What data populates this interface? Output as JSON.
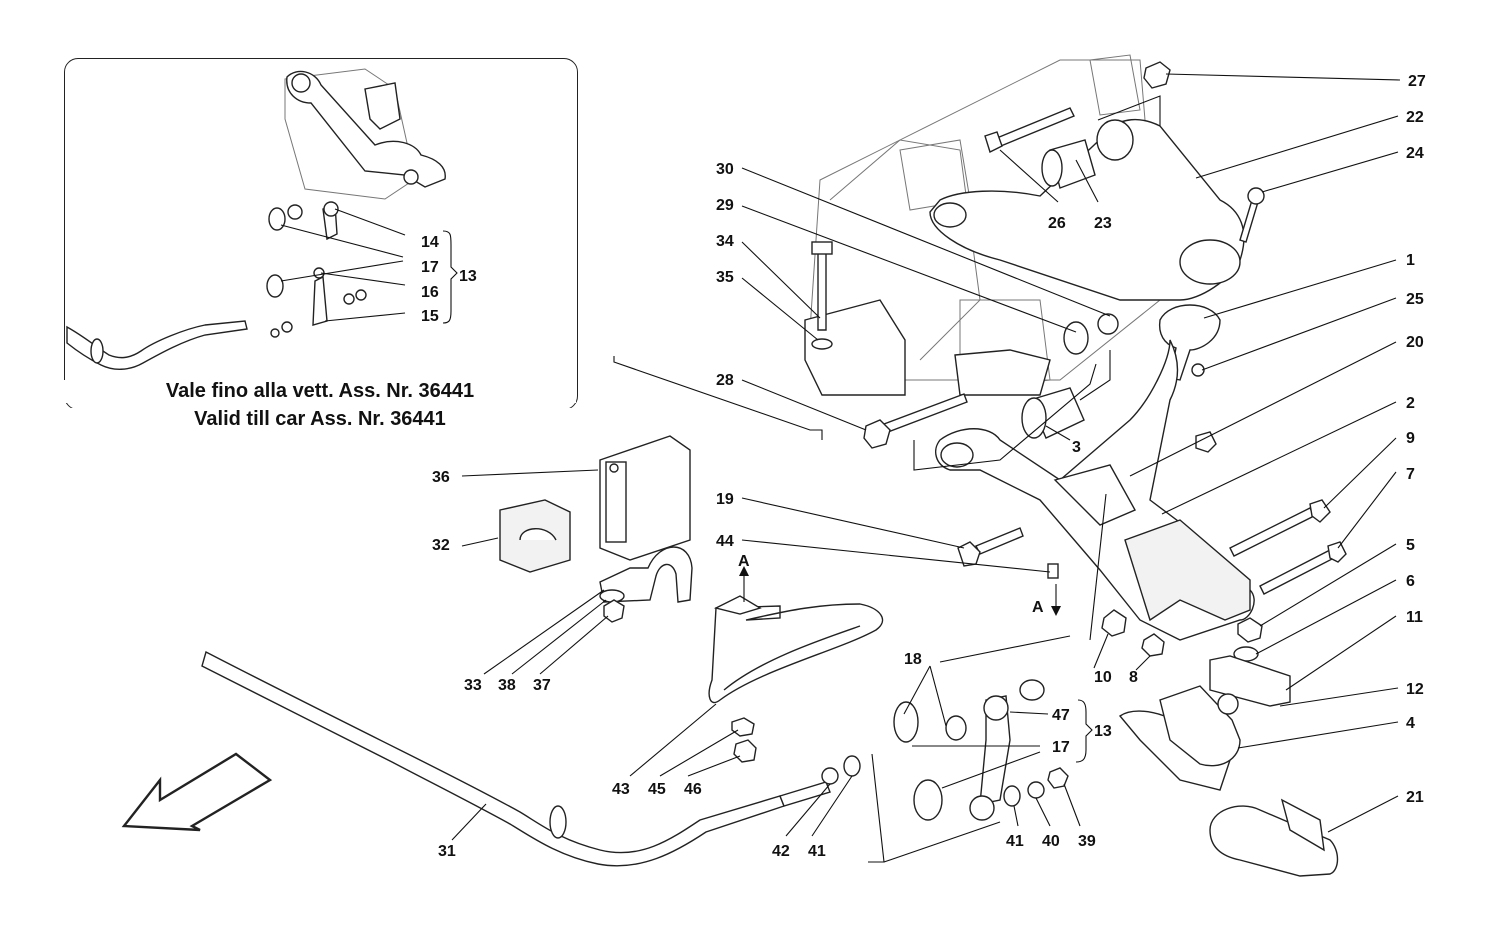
{
  "inset": {
    "caption_it": "Vale fino alla vett. Ass. Nr. 36441",
    "caption_en": "Valid till car Ass. Nr. 36441",
    "labels": [
      "14",
      "17",
      "16",
      "15",
      "13"
    ]
  },
  "callouts": [
    "27",
    "22",
    "24",
    "1",
    "25",
    "20",
    "2",
    "9",
    "7",
    "5",
    "6",
    "11",
    "12",
    "4",
    "21",
    "30",
    "29",
    "34",
    "35",
    "28",
    "26",
    "23",
    "3",
    "19",
    "44",
    "36",
    "32",
    "33",
    "38",
    "37",
    "18",
    "10",
    "8",
    "47",
    "13",
    "17",
    "41",
    "40",
    "39",
    "42",
    "41",
    "43",
    "45",
    "46",
    "31"
  ],
  "letters": [
    "A",
    "A"
  ]
}
